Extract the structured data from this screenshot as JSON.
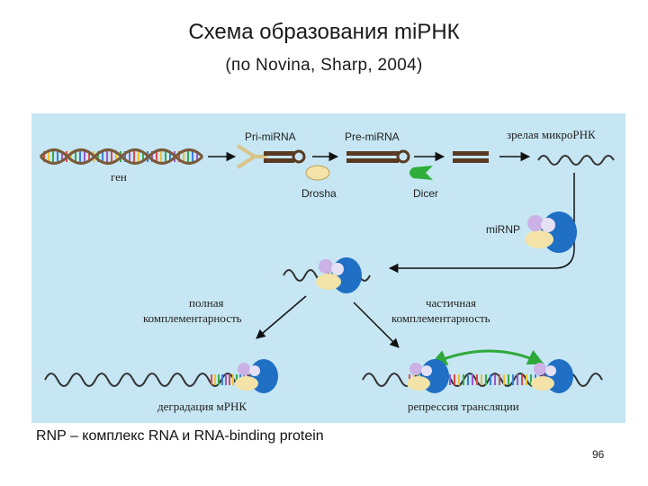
{
  "slide": {
    "title": "Схема образования miРНК",
    "subtitle": "(по Novina, Sharp, 2004)",
    "footnote": "RNP – комплекс RNA и RNA-binding protein",
    "page_number": "96"
  },
  "diagram": {
    "labels": {
      "gene": "ген",
      "pri_mirna": "Pri-miRNA",
      "pre_mirna": "Pre-miRNA",
      "mature": "зрелая микроРНК",
      "drosha": "Drosha",
      "dicer": "Dicer",
      "mirnp": "miRNP",
      "full_line1": "полная",
      "full_line2": "комплементарность",
      "partial_line1": "частичная",
      "partial_line2": "комплементарность",
      "degradation": "деградация мРНК",
      "repression": "репрессия трансляции"
    },
    "colors": {
      "panel_bg": "#c6e6f3",
      "rna_dark": "#5a3a22",
      "dicer_green": "#2fae3a",
      "drosha_cream": "#f3e3a8",
      "rnp_blue": "#1f6fc5",
      "rnp_lilac": "#cbb1e6",
      "arrow_green": "#2fa83a"
    }
  }
}
